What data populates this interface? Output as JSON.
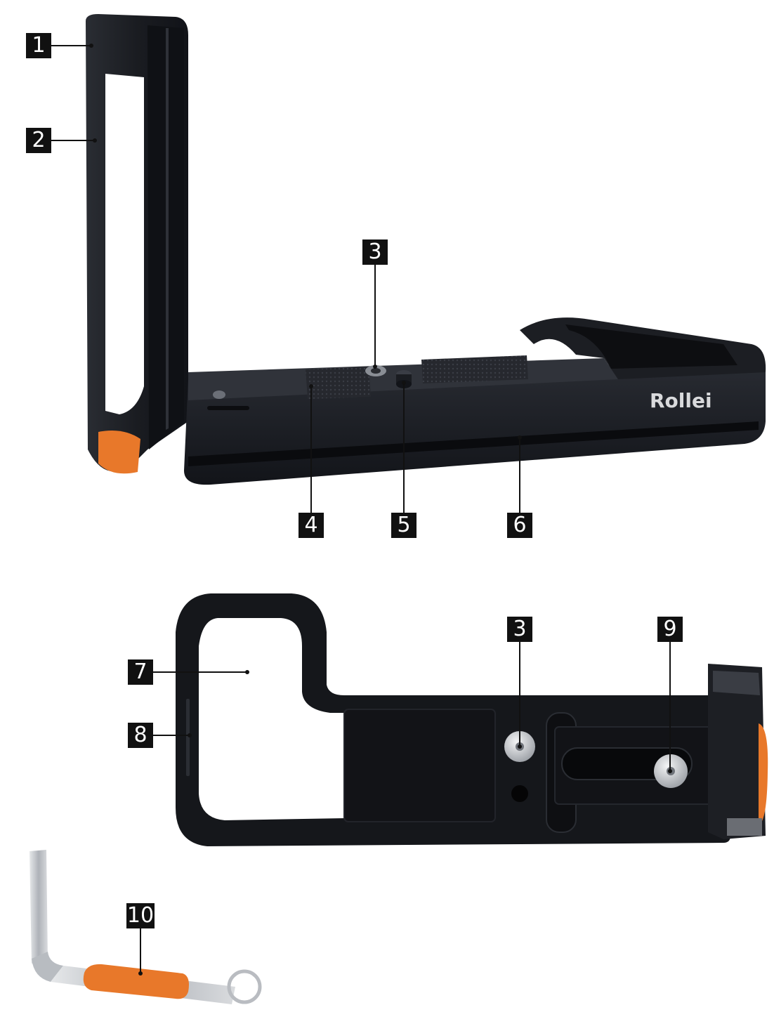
{
  "callouts": [
    {
      "id": "c1",
      "label": "1"
    },
    {
      "id": "c2",
      "label": "2"
    },
    {
      "id": "c3a",
      "label": "3"
    },
    {
      "id": "c4",
      "label": "4"
    },
    {
      "id": "c5",
      "label": "5"
    },
    {
      "id": "c6",
      "label": "6"
    },
    {
      "id": "c7",
      "label": "7"
    },
    {
      "id": "c8",
      "label": "8"
    },
    {
      "id": "c3b",
      "label": "3"
    },
    {
      "id": "c9",
      "label": "9"
    },
    {
      "id": "c10",
      "label": "10"
    }
  ],
  "brand": {
    "logo_text": "Rollei"
  },
  "colors": {
    "bracket_body": "#1b1d22",
    "bracket_edge": "#3a3d44",
    "accent_orange": "#e8782a",
    "callout_bg": "#111111",
    "callout_text": "#ffffff",
    "key_metal": "#c9ccd1"
  }
}
